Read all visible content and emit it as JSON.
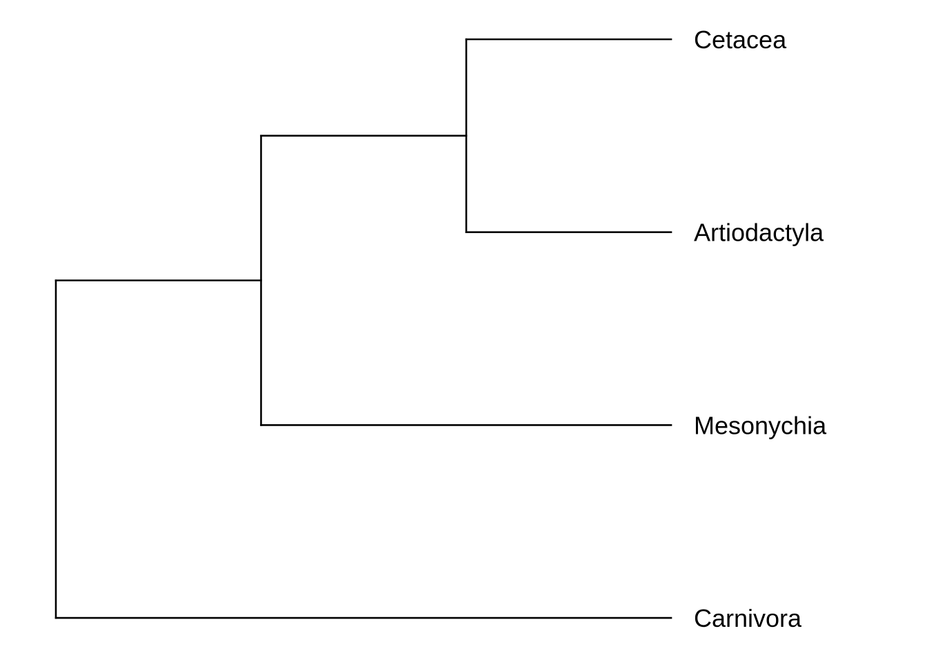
{
  "diagram": {
    "type": "phylogenetic-tree",
    "orientation": "left-to-right",
    "line_color": "#000000",
    "background": "#ffffff",
    "taxa": [
      "Cetacea",
      "Artiodactyla",
      "Mesonychia",
      "Carnivora"
    ],
    "topology": "(((Cetacea, Artiodactyla), Mesonychia), Carnivora)",
    "tree": {
      "name": "root",
      "children": [
        {
          "name": "node-mesonychia-clade",
          "children": [
            {
              "name": "node-cetacea-artiodactyla",
              "children": [
                {
                  "name": "Cetacea"
                },
                {
                  "name": "Artiodactyla"
                }
              ]
            },
            {
              "name": "Mesonychia"
            }
          ]
        },
        {
          "name": "Carnivora"
        }
      ]
    }
  }
}
